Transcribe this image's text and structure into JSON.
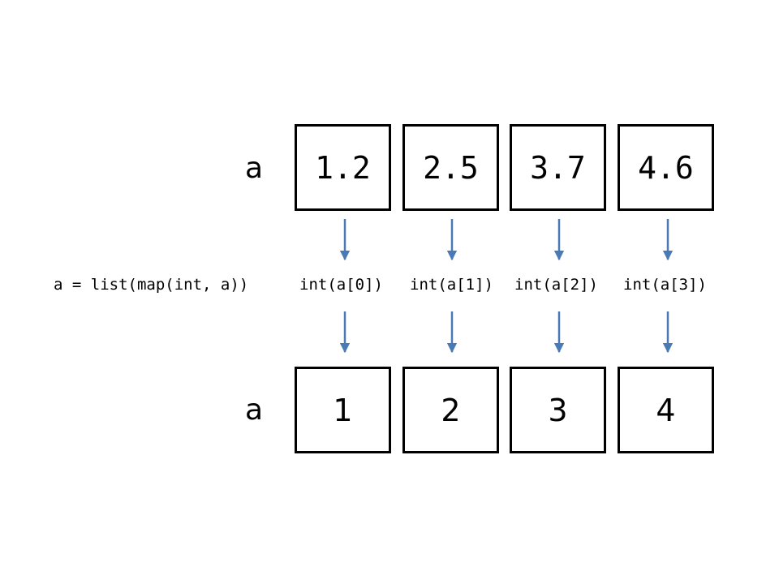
{
  "variable_name_top": "a",
  "variable_name_bottom": "a",
  "input_values": [
    "1.2",
    "2.5",
    "3.7",
    "4.6"
  ],
  "output_values": [
    "1",
    "2",
    "3",
    "4"
  ],
  "code_statement": "a = list(map(int, a))",
  "per_element_ops": [
    "int(a[0])",
    "int(a[1])",
    "int(a[2])",
    "int(a[3])"
  ],
  "colors": {
    "arrow": "#4a7ab5",
    "box_border": "#000000",
    "text": "#000000"
  }
}
